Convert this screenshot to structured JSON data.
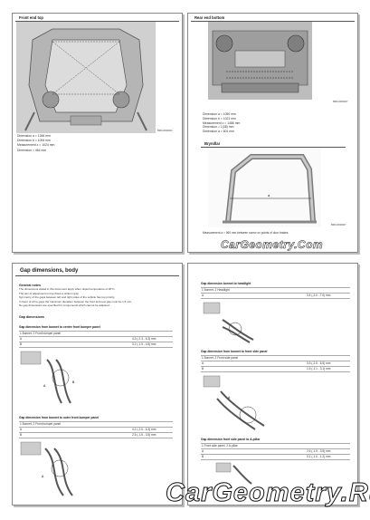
{
  "page1": {
    "header": "Front end top",
    "dims": [
      "Dimension a = 1266 mm",
      "Dimension b = 1094 mm",
      "Measurement c = 1024 mm",
      "Dimension = 464 mm"
    ],
    "code": "BRN-0000003"
  },
  "page2": {
    "header1": "Rear end bottom",
    "dims": [
      "Dimension a = 1050 mm",
      "Dimension b = 1021 mm",
      "Measurement c = 1486 mm",
      "Dimension = 1(38) mm",
      "Dimension a = 601 mm"
    ],
    "header2": "Bryndlar",
    "note": "Measurement a = 960 mm between screw on points of door brakes",
    "code1": "BRN-0000007",
    "code2": "BRN-0000007",
    "watermark": "CarGeometry.Com"
  },
  "page3": {
    "title": "Gap dimensions, body",
    "general_notes_title": "General notes",
    "notes": [
      "The dimensions stated in this document apply when object temperature of 20°C.",
      "The aim of adjustment is true flows a uniform gap.",
      "Symmetry of the gaps between left and right sides of the vehicle has top priority.",
      "In favor of 20 to gaps the maximum deviation between the front and rear gap must be 1.5 mm.",
      "No gap dimensions are specified for components which cannot be adjusted."
    ],
    "gap_dimensions": "Gap dimensions",
    "section1": {
      "title": "Gap dimension from bonnet to centre front bumper panel",
      "label": "1 Bonnet, 2 Front bumper panel",
      "rows": [
        {
          "k": "A",
          "v": "4.3 (-2.3 - 6.3) mm"
        },
        {
          "k": "B",
          "v": "3.2 (-1.5 - 4.5) mm"
        }
      ]
    },
    "section2": {
      "title": "Gap dimension from bonnet to outer front bumper panel",
      "label": "1 Bonnet, 2 Front bumper panel",
      "rows": [
        {
          "k": "A",
          "v": "4.2 (-2.5 - 6.3) mm"
        },
        {
          "k": "B",
          "v": "2.5 (-1.5 - 3.5) mm"
        }
      ]
    }
  },
  "page4": {
    "section1": {
      "title": "Gap dimension bonnet to headlight",
      "label": "1 Bonnet, 2 Headlight",
      "rows": [
        {
          "k": "A",
          "v": "3.4 (-2.0 - 7.0) mm"
        }
      ]
    },
    "section2": {
      "title": "Gap dimension from bonnet to front side panel",
      "label": "1 Bonnet, 2 Front side panel",
      "rows": [
        {
          "k": "A",
          "v": "3.5 (-2.5 - 6.5) mm"
        },
        {
          "k": "B",
          "v": "1.5 (-1.1 - 3.1) mm"
        }
      ]
    },
    "section3": {
      "title": "Gap dimension front side panel to A-pillar",
      "label": "1 Front side panel, 2 A-pillar",
      "rows": [
        {
          "k": "A",
          "v": "2.6 (-1.5 - 3.5) mm"
        },
        {
          "k": "B",
          "v": "0.1 (-1.0 - 1.2) mm"
        }
      ]
    },
    "watermark": "CarGeometry.Ru"
  },
  "colors": {
    "page_border": "#888888",
    "watermark_fill": "#ffffff",
    "watermark_stroke": "#111111"
  }
}
